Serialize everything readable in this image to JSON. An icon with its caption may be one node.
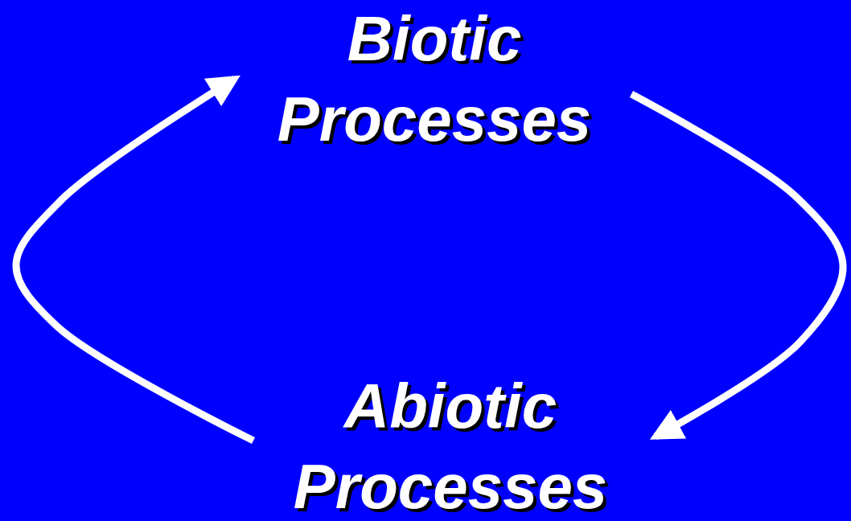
{
  "diagram": {
    "nodes": [
      {
        "text": [
          "Biotic Processes"
        ]
      },
      {
        "text": [
          "Abiotic Processes"
        ]
      }
    ],
    "edges": [
      {
        "from": 1,
        "to": 0,
        "arrow": "to"
      },
      {
        "from": 0,
        "to": 1,
        "arrow": "to"
      }
    ]
  }
}
